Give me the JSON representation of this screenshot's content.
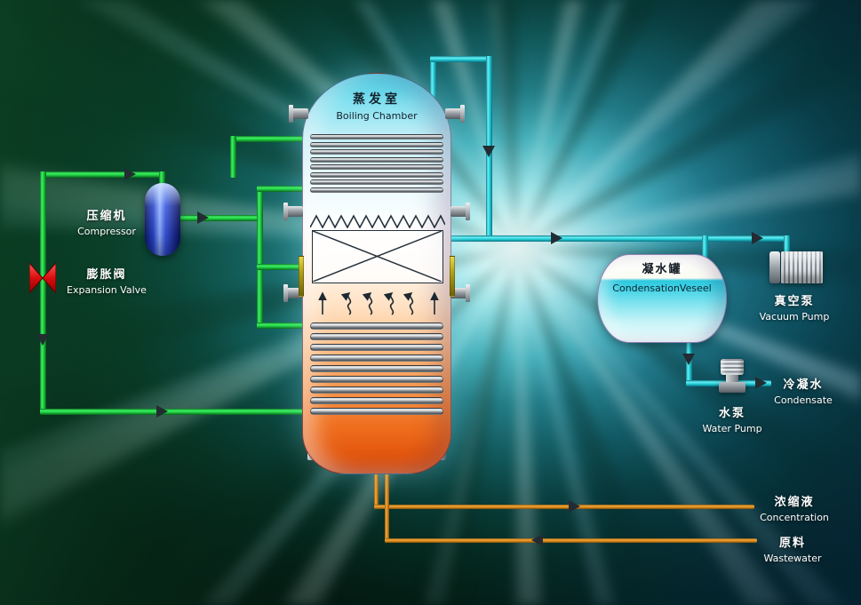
{
  "labels": {
    "boiling_chamber": {
      "zh": "蒸发室",
      "en": "Boiling Chamber"
    },
    "compressor": {
      "zh": "压缩机",
      "en": "Compressor"
    },
    "expansion_valve": {
      "zh": "膨胀阀",
      "en": "Expansion Valve"
    },
    "condensation_vessel": {
      "zh": "凝水罐",
      "en": "CondensationVeseel"
    },
    "vacuum_pump": {
      "zh": "真空泵",
      "en": "Vacuum Pump"
    },
    "water_pump": {
      "zh": "水泵",
      "en": "Water Pump"
    },
    "condensate": {
      "zh": "冷凝水",
      "en": "Condensate"
    },
    "concentration": {
      "zh": "浓缩液",
      "en": "Concentration"
    },
    "wastewater": {
      "zh": "原料",
      "en": "Wastewater"
    }
  },
  "vessel": {
    "top_coils": 8,
    "bottom_coils": 9
  },
  "colors": {
    "pipe_green": "#2ae24a",
    "pipe_cyan": "#28d6de",
    "pipe_orange": "#d4821c",
    "valve_red": "#d80e0e",
    "compressor_blue": "#3050dc",
    "vessel_top": "#38cbe4",
    "vessel_bottom": "#e2540c",
    "arrow": "#232c33"
  }
}
